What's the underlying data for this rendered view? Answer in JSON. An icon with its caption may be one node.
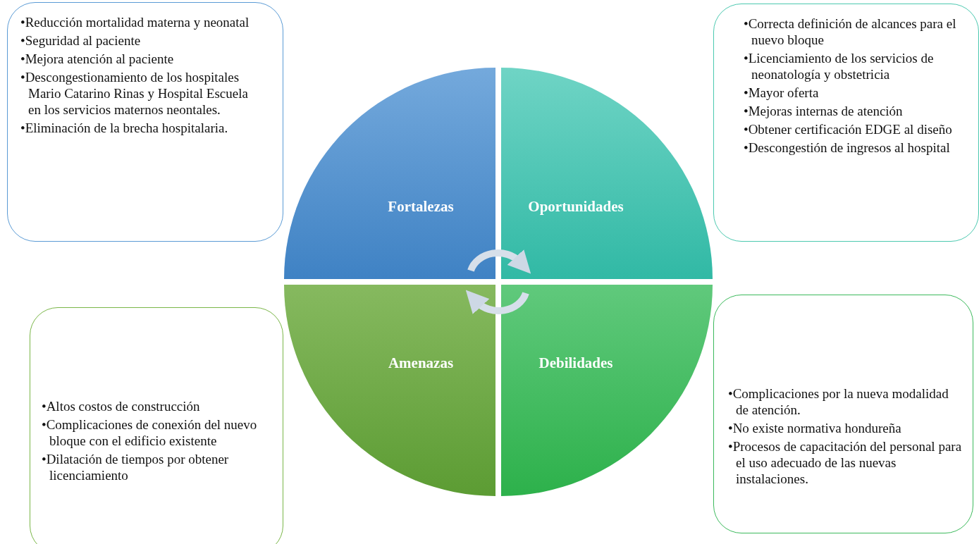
{
  "diagram": {
    "nodes": [
      {
        "text": [
          "•Reducción mortalidad materna y neonatal",
          "•Seguridad al paciente",
          "•Mejora atención al paciente",
          "•Descongestionamiento de los hospitales Mario Catarino Rinas y Hospital Escuela en los servicios maternos neontales.",
          "•Eliminación de la brecha hospitalaria."
        ]
      },
      {
        "text": [
          "Fortalezas"
        ]
      },
      {
        "text": [
          "Oportunidades"
        ]
      },
      {
        "text": [
          "•Correcta definición de alcances para el nuevo bloque",
          "•Licenciamiento de los servicios de neonatología y obstetricia",
          "•Mayor oferta",
          "•Mejoras internas de atención",
          "•Obtener certificación EDGE al diseño",
          "•Descongestión de ingresos al hospital"
        ]
      },
      {
        "text": [
          "•Altos costos de construcción",
          "•Complicaciones de conexión del nuevo bloque con el edificio existente",
          "•Dilatación de tiempos por obtener licenciamiento"
        ]
      },
      {
        "text": [
          "Amenazas"
        ]
      },
      {
        "text": [
          "Debilidades"
        ]
      },
      {
        "text": [
          "•Complicaciones por la nueva modalidad de atención.",
          "•No existe normativa hondureña",
          "•Procesos de capacitación del personal para el uso adecuado de las nuevas instalaciones."
        ]
      }
    ],
    "edges": [
      {
        "from": 1,
        "to": 2,
        "arrow": "to"
      },
      {
        "from": 6,
        "to": 5,
        "arrow": "to"
      }
    ]
  }
}
